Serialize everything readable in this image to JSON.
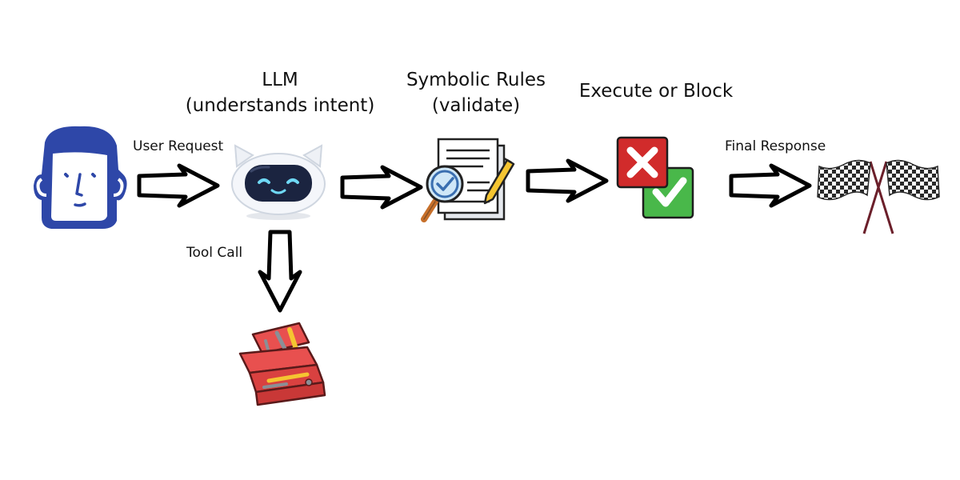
{
  "stage_titles": {
    "llm": {
      "line1": "LLM",
      "line2": "(understands intent)"
    },
    "symbolic": {
      "line1": "Symbolic Rules",
      "line2": "(validate)"
    },
    "execute": {
      "line1": "Execute or Block"
    }
  },
  "edge_labels": {
    "user_request": "User Request",
    "tool_call": "Tool Call",
    "final_response": "Final Response"
  },
  "icons": {
    "user": "user-face-icon",
    "llm": "robot-icon",
    "symbolic": "checklist-magnifier-icon",
    "execute": "block-and-approve-icon",
    "final": "checkered-flags-icon",
    "tools": "toolbox-icon"
  },
  "colors": {
    "user_blue": "#2e47a8",
    "robot_face": "#1b2440",
    "robot_glow": "#6fd8f5",
    "block_red": "#d12b2b",
    "approve_green": "#49b84a",
    "toolbox_red": "#e8504f",
    "pencil_yellow": "#f5c531",
    "flag_pole": "#6b1f2a"
  }
}
